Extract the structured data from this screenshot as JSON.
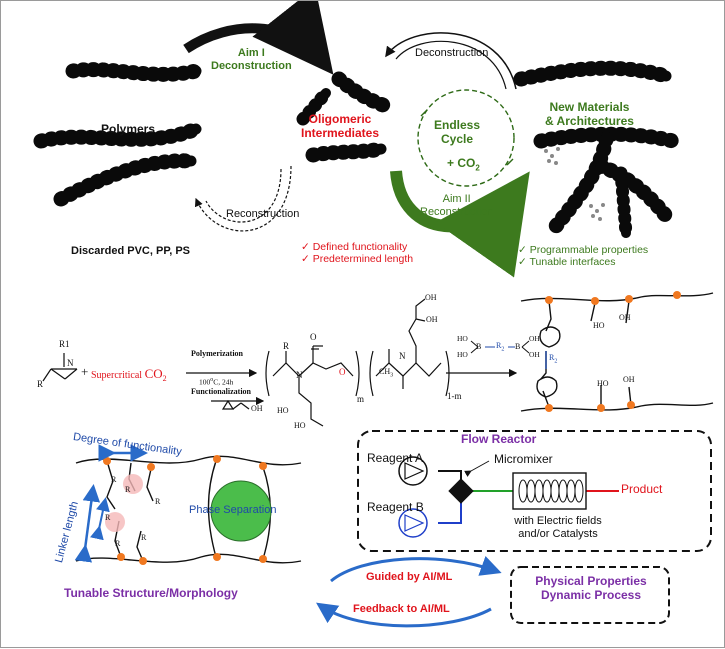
{
  "cycle": {
    "aim1_title": "Aim I",
    "aim1_subtitle": "Deconstruction",
    "deconstruction_top": "Deconstruction",
    "polymers": "Polymers",
    "oligomeric_line1": "Oligomeric",
    "oligomeric_line2": "Intermediates",
    "endless_line1": "Endless",
    "endless_line2": "Cycle",
    "co2_prefix": "+ CO",
    "co2_sub": "2",
    "new_materials_line1": "New Materials",
    "new_materials_line2": "& Architectures",
    "aim2_title": "Aim II",
    "aim2_subtitle": "Reconstruction",
    "reconstruction": "Reconstruction",
    "discarded": "Discarded PVC, PP, PS",
    "feature1": "Defined functionality",
    "feature2": "Predetermined length",
    "feature3": "Programmable properties",
    "feature4": "Tunable interfaces"
  },
  "scheme": {
    "r1": "R1",
    "n": "N",
    "r": "R",
    "o": "O",
    "b": "B",
    "m": "m",
    "one_minus_m": "1-m",
    "oh": "OH",
    "ho": "HO",
    "plus": "+",
    "supercritical": "Supercritical",
    "co2": "CO",
    "co2_sub": "2",
    "polymerization": "Polymerization",
    "temperature": "100",
    "degree": "o",
    "conditions_tail": "C, 24h",
    "functionalization": "Functionalization",
    "ch3_prefix": "CH",
    "ch3_sub": "3",
    "r2_prefix": "R",
    "r2_sub": "2"
  },
  "structure": {
    "degree": "Degree of functionality",
    "linker": "Linker length",
    "phase": "Phase Separation",
    "tunable": "Tunable Structure/Morphology"
  },
  "reactor": {
    "title": "Flow Reactor",
    "reagent_a": "Reagent A",
    "reagent_b": "Reagent B",
    "micromixer": "Micromixer",
    "product": "Product",
    "conditions_line1": "with Electric fields",
    "conditions_line2": "and/or Catalysts"
  },
  "aiml": {
    "guided": "Guided by AI/ML",
    "feedback": "Feedback to AI/ML",
    "properties_line1": "Physical Properties",
    "properties_line2": "Dynamic Process"
  },
  "colors": {
    "green": "#3d7a1e",
    "red": "#e0141c",
    "purple": "#7b2fa6",
    "blue": "#1f4aa8",
    "orange": "#f07820"
  }
}
